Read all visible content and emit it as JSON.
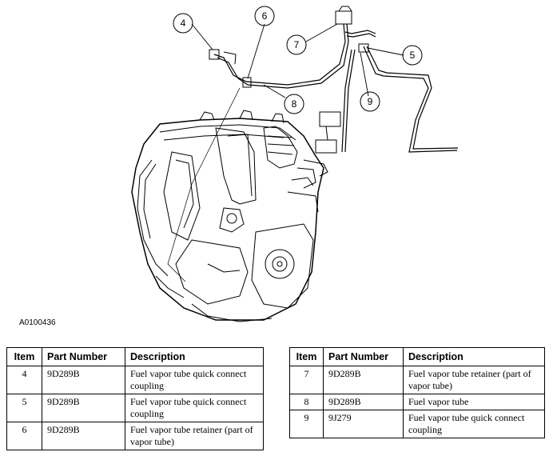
{
  "figure": {
    "code": "A0100436",
    "callouts": [
      "4",
      "6",
      "7",
      "5",
      "9",
      "8"
    ]
  },
  "table_headers": {
    "item": "Item",
    "part_number": "Part Number",
    "description": "Description"
  },
  "left_table": [
    {
      "item": "4",
      "part_number": "9D289B",
      "description": "Fuel vapor tube quick connect coupling"
    },
    {
      "item": "5",
      "part_number": "9D289B",
      "description": "Fuel vapor tube quick connect coupling"
    },
    {
      "item": "6",
      "part_number": "9D289B",
      "description": "Fuel vapor tube retainer (part of vapor tube)"
    }
  ],
  "right_table": [
    {
      "item": "7",
      "part_number": "9D289B",
      "description": "Fuel vapor tube retainer (part of vapor tube)"
    },
    {
      "item": "8",
      "part_number": "9D289B",
      "description": "Fuel vapor tube"
    },
    {
      "item": "9",
      "part_number": "9J279",
      "description": "Fuel vapor tube quick connect coupling"
    }
  ]
}
